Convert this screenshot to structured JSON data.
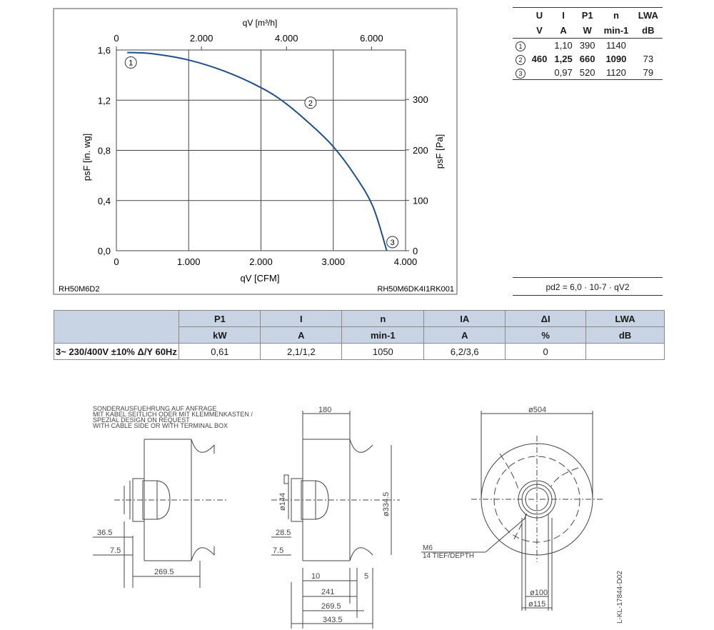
{
  "chart": {
    "top_axis_label": "qV [m³/h]",
    "top_ticks": [
      "0",
      "2.000",
      "4.000",
      "6.000"
    ],
    "bottom_axis_label": "qV [CFM]",
    "bottom_ticks": [
      "0",
      "1.000",
      "2.000",
      "3.000",
      "4.000"
    ],
    "left_axis_label": "psF [in. wg]",
    "left_ticks": [
      "0,0",
      "0,4",
      "0,8",
      "1,2",
      "1,6"
    ],
    "right_axis_label": "psF [Pa]",
    "right_ticks": [
      "0",
      "100",
      "200",
      "300"
    ],
    "point_labels": [
      "1",
      "2",
      "3"
    ],
    "footer_left": "RH50M6D2",
    "footer_right": "RH50M6DK4I1RK001",
    "curve_color": "#1f4e8c"
  },
  "chart_data": {
    "type": "line",
    "xlabel": "qV [CFM]",
    "ylabel": "psF [in. wg]",
    "xlim": [
      0,
      4000
    ],
    "ylim": [
      0,
      1.6
    ],
    "x2label": "qV [m³/h]",
    "x2lim": [
      0,
      6800
    ],
    "y2label": "psF [Pa]",
    "y2lim": [
      0,
      398
    ],
    "grid": true,
    "series": [
      {
        "x": [
          150,
          500,
          1000,
          1500,
          2000,
          2330,
          2700,
          3000,
          3300,
          3550,
          3740
        ],
        "y": [
          1.58,
          1.57,
          1.52,
          1.43,
          1.3,
          1.18,
          1.0,
          0.83,
          0.6,
          0.35,
          0.0
        ]
      }
    ],
    "points": [
      {
        "label": "1",
        "x": 150,
        "y": 1.58
      },
      {
        "label": "2",
        "x": 2330,
        "y": 1.18
      },
      {
        "label": "3",
        "x": 3740,
        "y": 0.0
      }
    ]
  },
  "spec_table": {
    "headers": [
      "U",
      "I",
      "P1",
      "n",
      "LWA"
    ],
    "units": [
      "V",
      "A",
      "W",
      "min-1",
      "dB"
    ],
    "rows": [
      {
        "pt": "1",
        "U": "",
        "I": "1,10",
        "P1": "390",
        "n": "1140",
        "LWA": ""
      },
      {
        "pt": "2",
        "U": "460",
        "I": "1,25",
        "P1": "660",
        "n": "1090",
        "LWA": "73"
      },
      {
        "pt": "3",
        "U": "",
        "I": "0,97",
        "P1": "520",
        "n": "1120",
        "LWA": "79"
      }
    ],
    "formula": "pd2 = 6,0 · 10-7 · qV2"
  },
  "main_table": {
    "headers": [
      "P1",
      "I",
      "n",
      "IA",
      "ΔI",
      "LWA"
    ],
    "units": [
      "kW",
      "A",
      "min-1",
      "A",
      "%",
      "dB"
    ],
    "row": {
      "label": "3~ 230/400V ±10% Δ/Y 60Hz",
      "values": [
        "0,61",
        "2,1/1,2",
        "1050",
        "6,2/3,6",
        "0",
        ""
      ]
    }
  },
  "drawing": {
    "note": [
      "SONDERAUSFUEHRUNG AUF ANFRAGE",
      "MIT KABEL SEITLICH ODER MIT KLEMMENKASTEN /",
      "SPEZIAL DESIGN ON REQUEST",
      "WITH CABLE SIDE OR WITH TERMINAL BOX"
    ],
    "left_dims": [
      "36.5",
      "7.5",
      "269.5"
    ],
    "mid_dims": [
      "180",
      "28.5",
      "7.5",
      "10",
      "5",
      "241",
      "269.5",
      "343.5",
      "ø144",
      "ø334.5"
    ],
    "right_dims": [
      "ø504",
      "ø100",
      "ø115"
    ],
    "thread": [
      "M6",
      "14 TIEF/DEPTH"
    ],
    "drawing_id": "L-KL-17844-D02"
  }
}
